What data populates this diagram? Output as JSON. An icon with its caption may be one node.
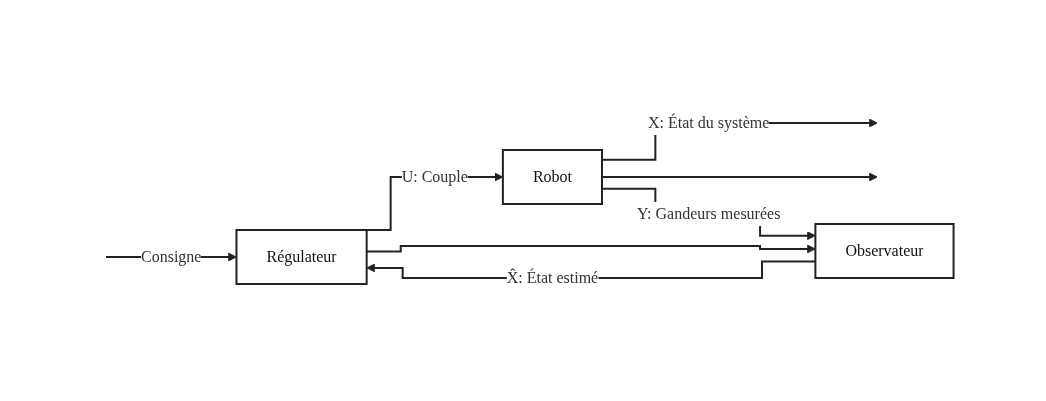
{
  "diagram": {
    "nodes": [
      {
        "text": [
          "Régulateur"
        ]
      },
      {
        "text": [
          "Robot"
        ]
      },
      {
        "text": [
          "Observateur"
        ]
      }
    ],
    "edges": [
      {
        "from": null,
        "to": 0,
        "arrow": "to",
        "label": "Consigne"
      },
      {
        "from": 0,
        "to": 1,
        "arrow": "to",
        "label": "U: Couple"
      },
      {
        "from": 0,
        "to": 2,
        "arrow": "to"
      },
      {
        "from": 1,
        "to": null,
        "arrow": "to",
        "label": "X: État du système"
      },
      {
        "from": 1,
        "to": null,
        "arrow": "to"
      },
      {
        "from": 1,
        "to": 2,
        "arrow": "to",
        "label": "Y: Gandeurs mesurées"
      },
      {
        "from": 2,
        "to": 0,
        "arrow": "to",
        "label": "X̂: État estimé"
      }
    ]
  }
}
